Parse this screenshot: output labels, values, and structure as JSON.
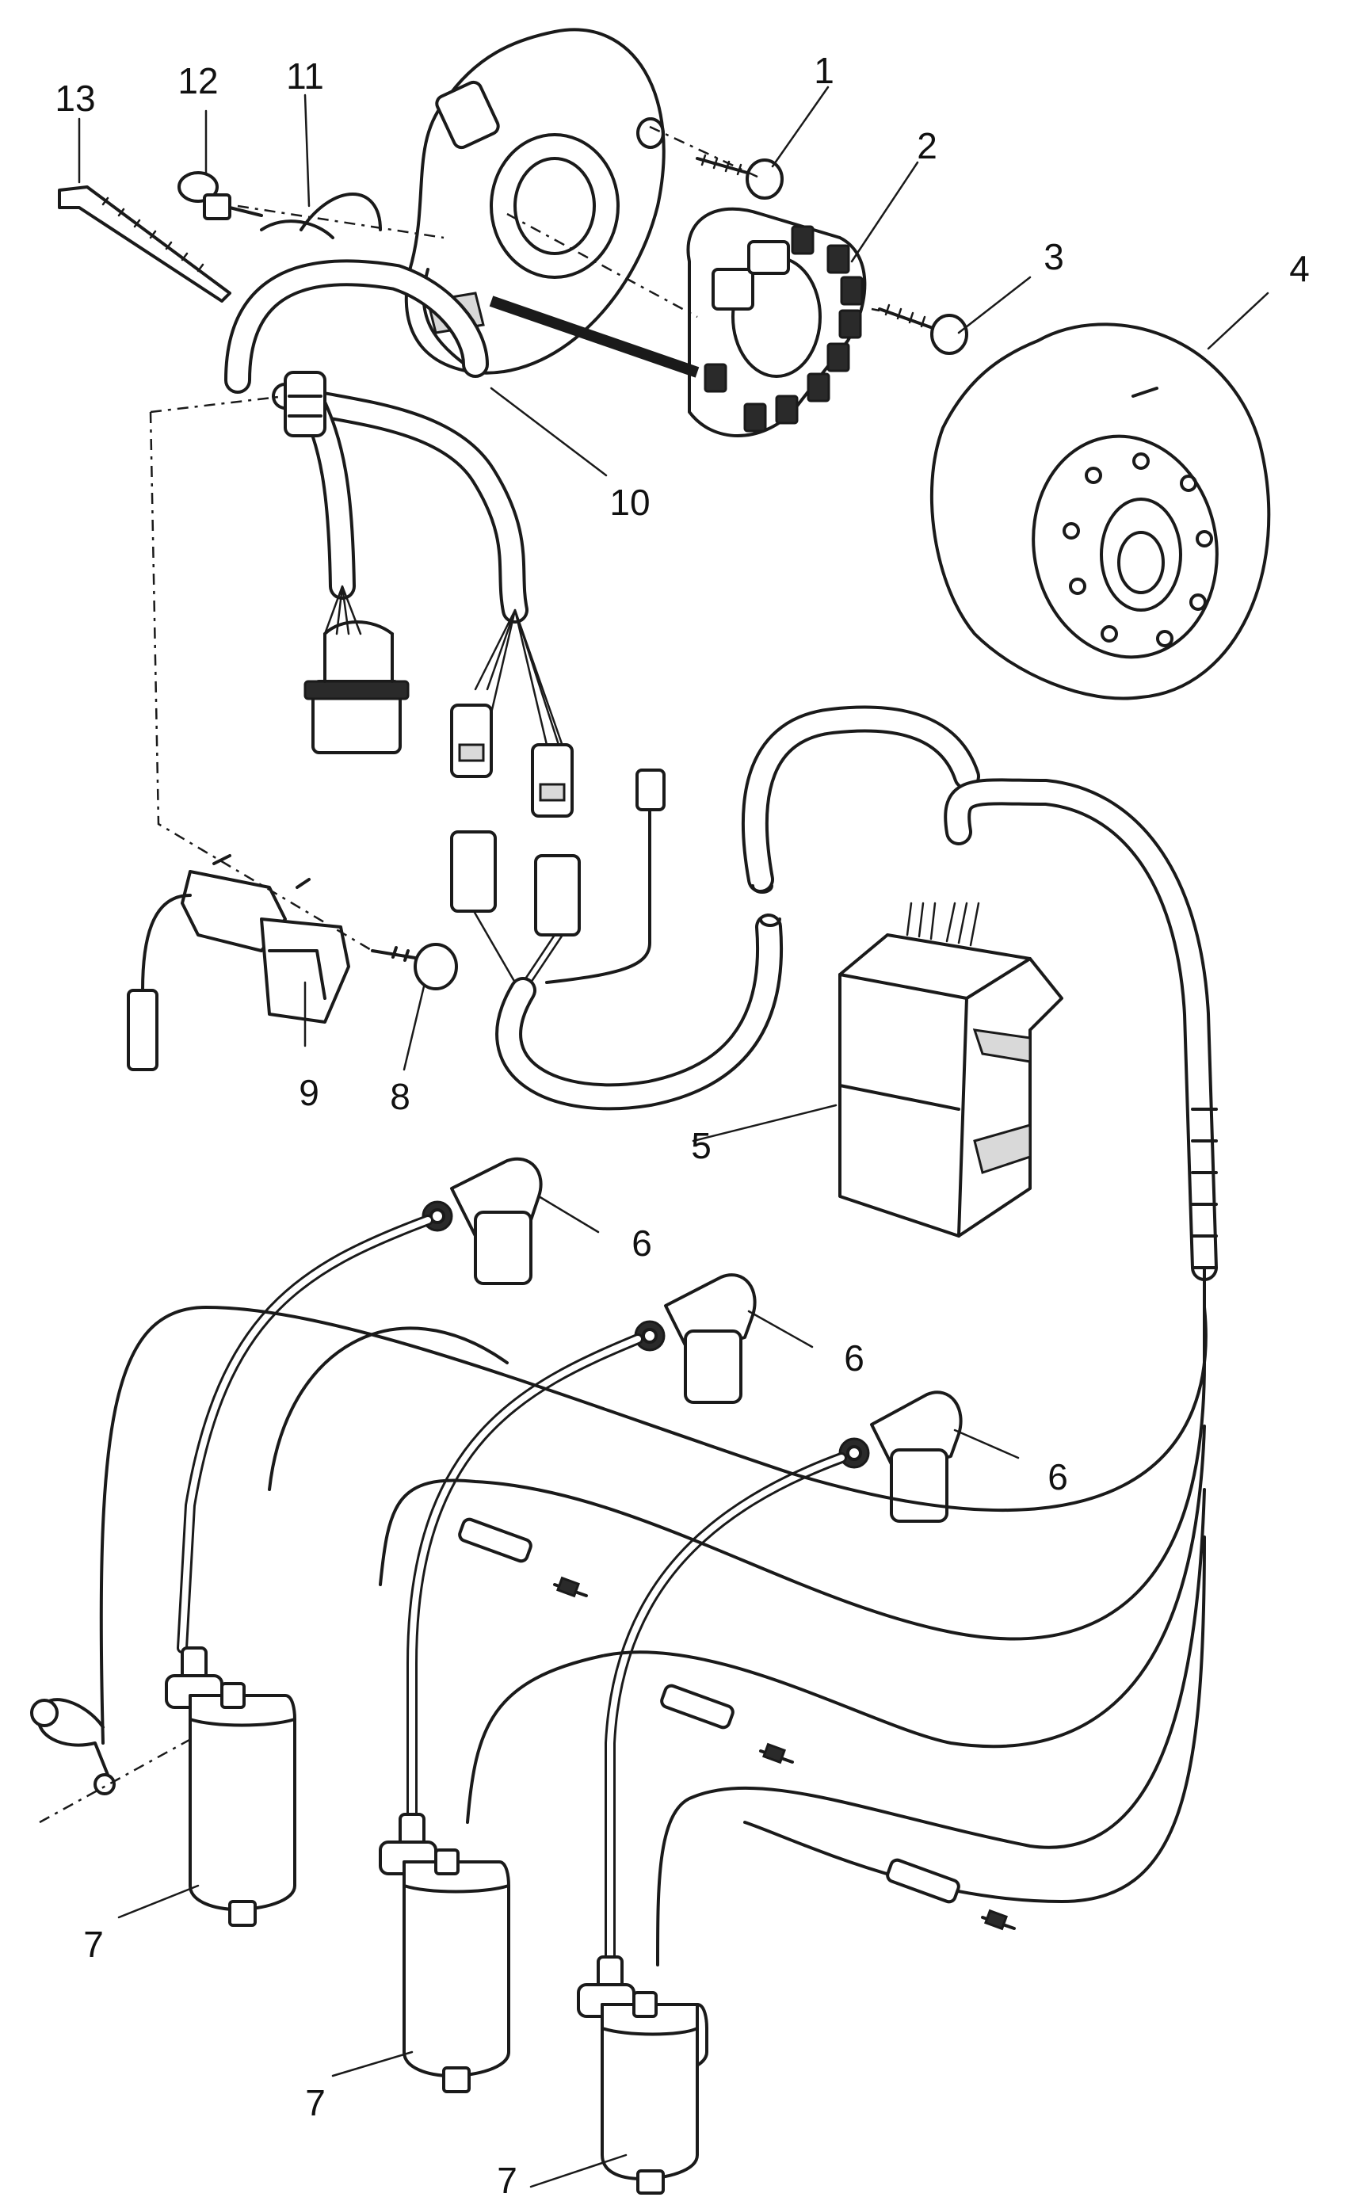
{
  "callouts": [
    {
      "id": "c1",
      "text": "1"
    },
    {
      "id": "c2",
      "text": "2"
    },
    {
      "id": "c3",
      "text": "3"
    },
    {
      "id": "c4",
      "text": "4"
    },
    {
      "id": "c5",
      "text": "5"
    },
    {
      "id": "c6a",
      "text": "6"
    },
    {
      "id": "c6b",
      "text": "6"
    },
    {
      "id": "c6c",
      "text": "6"
    },
    {
      "id": "c7a",
      "text": "7"
    },
    {
      "id": "c7b",
      "text": "7"
    },
    {
      "id": "c7c",
      "text": "7"
    },
    {
      "id": "c8",
      "text": "8"
    },
    {
      "id": "c9",
      "text": "9"
    },
    {
      "id": "c10",
      "text": "10"
    },
    {
      "id": "c11",
      "text": "11"
    },
    {
      "id": "c12",
      "text": "12"
    },
    {
      "id": "c13",
      "text": "13"
    }
  ]
}
